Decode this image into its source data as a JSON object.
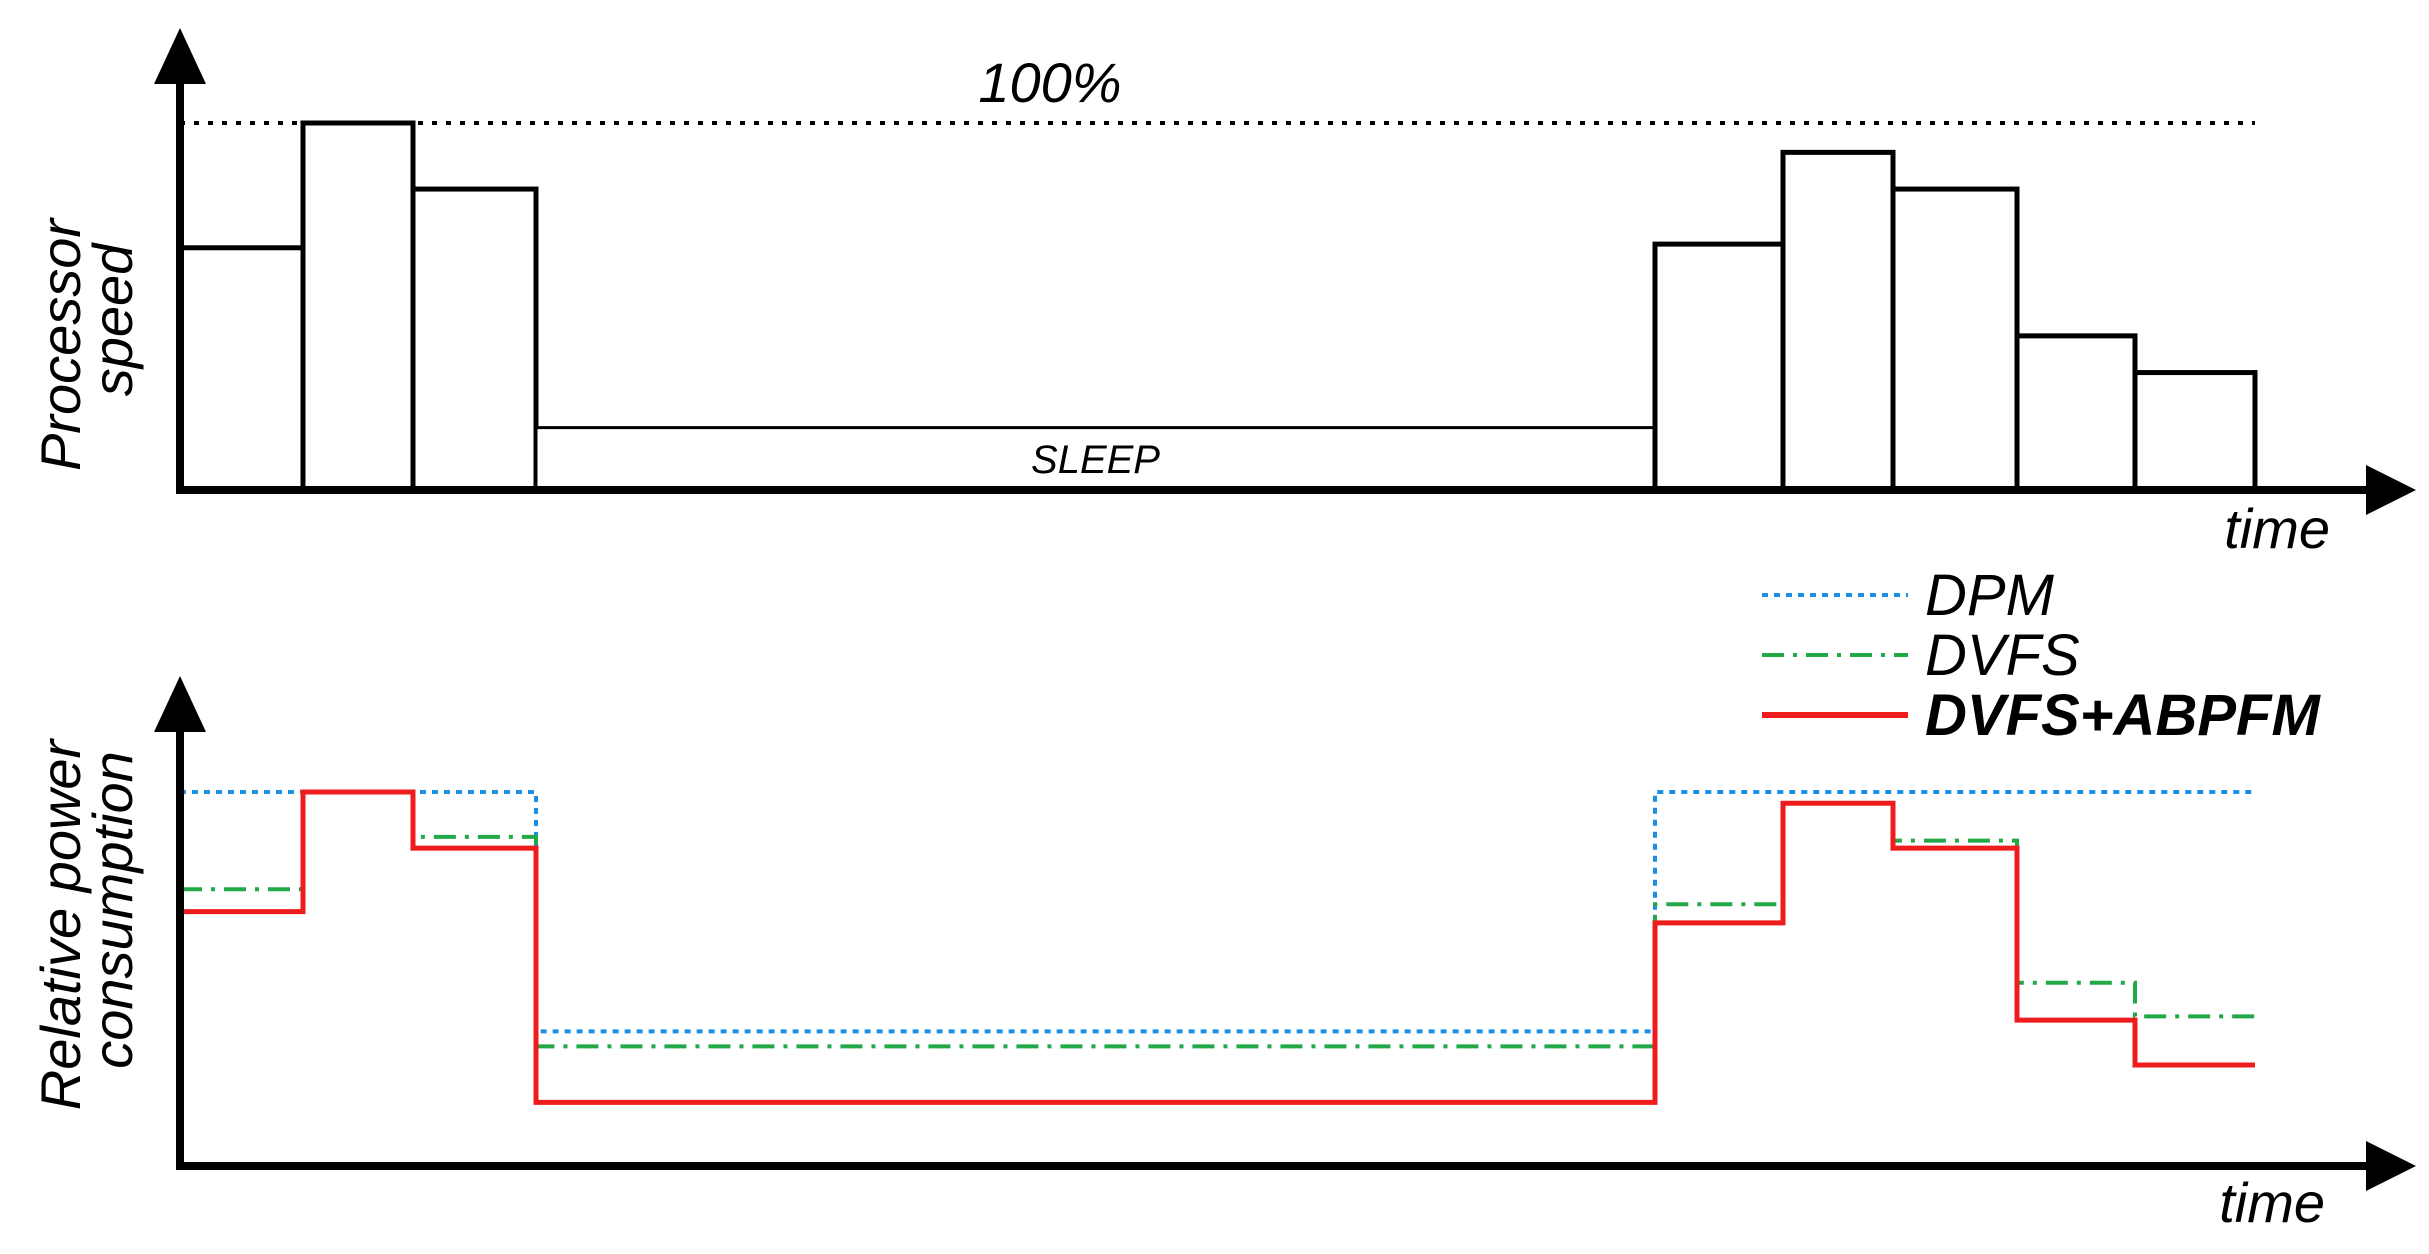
{
  "top_panel": {
    "ylabel_line1": "Processor",
    "ylabel_line2": "speed",
    "xlabel": "time",
    "max_label": "100%",
    "sleep_label": "SLEEP",
    "max_speed": 1.0,
    "segments": [
      {
        "t0": 0.0,
        "t1": 1.0,
        "speed": 0.66
      },
      {
        "t0": 1.0,
        "t1": 2.0,
        "speed": 1.0
      },
      {
        "t0": 2.0,
        "t1": 3.0,
        "speed": 0.82
      },
      {
        "t0": 3.0,
        "t1": 13.0,
        "speed": 0.17,
        "sleep": true
      },
      {
        "t0": 13.0,
        "t1": 14.0,
        "speed": 0.67
      },
      {
        "t0": 14.0,
        "t1": 15.0,
        "speed": 0.92
      },
      {
        "t0": 15.0,
        "t1": 16.0,
        "speed": 0.82
      },
      {
        "t0": 16.0,
        "t1": 17.0,
        "speed": 0.42
      },
      {
        "t0": 17.0,
        "t1": 18.0,
        "speed": 0.32
      }
    ]
  },
  "bottom_panel": {
    "ylabel_line1": "Relative power",
    "ylabel_line2": "consumption",
    "xlabel": "time",
    "series": [
      {
        "name": "DPM",
        "color": "#1a8fe6",
        "style": "dotted",
        "steps": [
          [
            0,
            1.0
          ],
          [
            1,
            1.0
          ],
          [
            2,
            1.0
          ],
          [
            3,
            0.36
          ],
          [
            13,
            1.0
          ],
          [
            14,
            1.0
          ],
          [
            15,
            1.0
          ],
          [
            16,
            1.0
          ],
          [
            17,
            1.0
          ],
          [
            18,
            1.0
          ]
        ]
      },
      {
        "name": "DVFS",
        "color": "#22a846",
        "style": "dashdot",
        "steps": [
          [
            0,
            0.74
          ],
          [
            1,
            1.0
          ],
          [
            2,
            0.88
          ],
          [
            3,
            0.32
          ],
          [
            13,
            0.7
          ],
          [
            14,
            0.97
          ],
          [
            15,
            0.87
          ],
          [
            16,
            0.49
          ],
          [
            17,
            0.4
          ],
          [
            18,
            0.4
          ]
        ]
      },
      {
        "name": "DVFS+ABPFM",
        "color": "#ee1c1c",
        "style": "solid",
        "steps": [
          [
            0,
            0.68
          ],
          [
            1,
            1.0
          ],
          [
            2,
            0.85
          ],
          [
            3,
            0.17
          ],
          [
            13,
            0.65
          ],
          [
            14,
            0.97
          ],
          [
            15,
            0.85
          ],
          [
            16,
            0.39
          ],
          [
            17,
            0.27
          ],
          [
            18,
            0.27
          ]
        ]
      }
    ]
  },
  "legend": [
    {
      "label": "DPM",
      "color": "#1a8fe6",
      "style": "dotted",
      "bold": false
    },
    {
      "label": "DVFS",
      "color": "#22a846",
      "style": "dashdot",
      "bold": false
    },
    {
      "label": "DVFS+ABPFM",
      "color": "#ee1c1c",
      "style": "solid",
      "bold": true
    }
  ]
}
